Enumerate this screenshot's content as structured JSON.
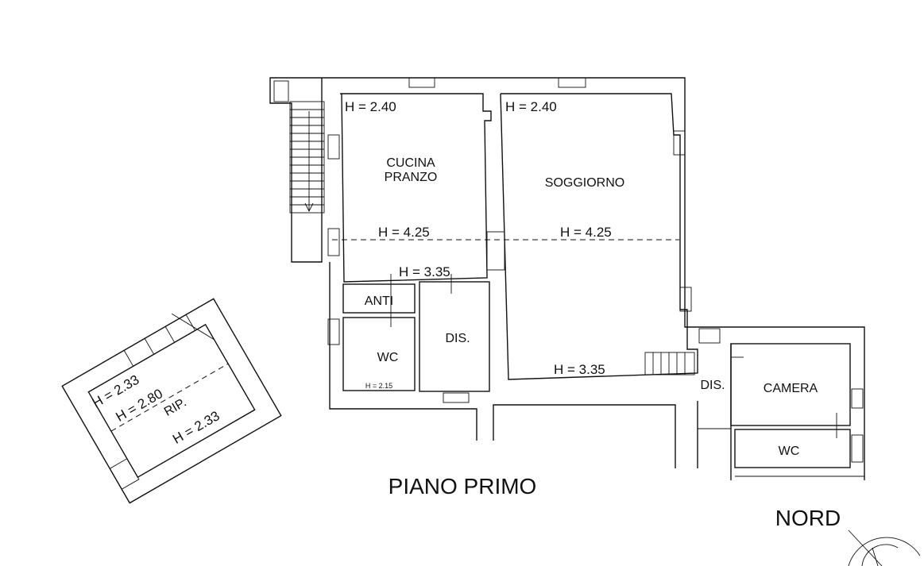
{
  "floor_title": "PIANO PRIMO",
  "north_label": "NORD",
  "rooms": {
    "cucina_line1": "CUCINA",
    "cucina_line2": "PRANZO",
    "soggiorno": "SOGGIORNO",
    "anti": "ANTI",
    "wc_main": "WC",
    "dis_main": "DIS.",
    "dis_right": "DIS.",
    "camera": "CAMERA",
    "wc_right": "WC",
    "rip": "RIP."
  },
  "heights": {
    "cucina_top": "H = 2.40",
    "soggiorno_top": "H = 2.40",
    "cucina_mid": "H = 4.25",
    "soggiorno_mid": "H = 4.25",
    "corridor": "H = 3.35",
    "soggiorno_bottom": "H = 3.35",
    "wc_small": "H = 2.15",
    "rip_top": "H = 2.33",
    "rip_mid": "H = 2.80",
    "rip_bottom": "H = 2.33"
  }
}
